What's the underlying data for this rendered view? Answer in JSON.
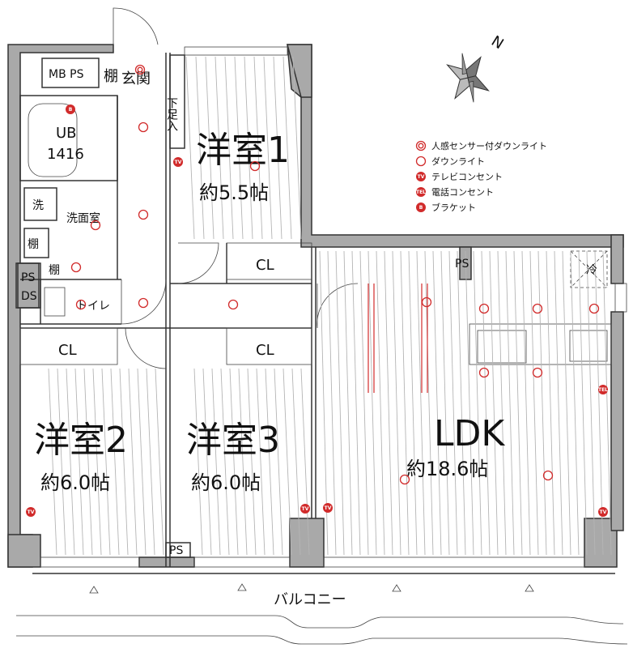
{
  "rooms": {
    "western1": {
      "name": "洋室1",
      "size": "約5.5帖"
    },
    "western2": {
      "name": "洋室2",
      "size": "約6.0帖"
    },
    "western3": {
      "name": "洋室3",
      "size": "約6.0帖"
    },
    "ldk": {
      "name": "LDK",
      "size": "約18.6帖"
    }
  },
  "labels": {
    "mbps": "MB PS",
    "shelf_entrance": "棚",
    "entrance": "玄関",
    "shoe": "下足入",
    "ub": "UB",
    "ub_size": "1416",
    "wash": "洗",
    "washroom": "洗面室",
    "shelf1": "棚",
    "shelf2": "棚",
    "ps_ds": [
      "PS",
      "DS"
    ],
    "toilet": "トイレ",
    "cl_w1": "CL",
    "cl_w2": "CL",
    "cl_w3": "CL",
    "ps_ldk": "PS",
    "fridge": "冷",
    "ps_bottom": "PS",
    "balcony": "バルコニー",
    "north": "N"
  },
  "legend": [
    {
      "icon": "motion-sensor-downlight-icon",
      "text": "人感センサー付ダウンライト"
    },
    {
      "icon": "downlight-icon",
      "text": "ダウンライト"
    },
    {
      "icon": "tv-outlet-icon",
      "text": "テレビコンセント"
    },
    {
      "icon": "phone-outlet-icon",
      "text": "電話コンセント"
    },
    {
      "icon": "bracket-light-icon",
      "text": "ブラケット"
    }
  ],
  "symbol_text": {
    "tv": "TV",
    "tel": "TEL",
    "b": "B"
  },
  "colors": {
    "wall": "#a9a9a9",
    "symbol": "#d12b2b",
    "line": "#333333"
  }
}
